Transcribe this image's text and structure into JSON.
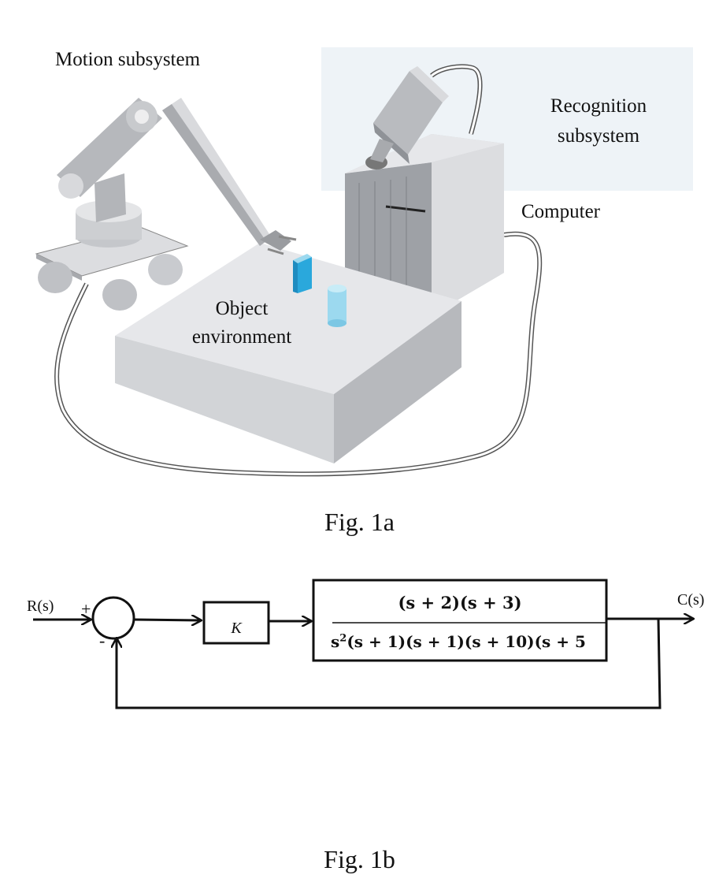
{
  "fig1a": {
    "labels": {
      "motion": "Motion subsystem",
      "recognition_line1": "Recognition",
      "recognition_line2": "subsystem",
      "computer": "Computer",
      "object_line1": "Object",
      "object_line2": "environment"
    },
    "caption": "Fig. 1a"
  },
  "fig1b": {
    "input": "R(s)",
    "output": "C(s)",
    "plus": "+",
    "minus": "-",
    "gain": "K",
    "numerator": "(s + 2)(s + 3)",
    "denominator_base": "s",
    "denominator_power": "2",
    "denominator_rest": "(s + 1)(s + 1)(s + 10)(s + 5",
    "caption": "Fig. 1b"
  },
  "colors": {
    "ink": "#111111",
    "gray_light": "#e6e7ea",
    "gray_mid": "#cfd1d5",
    "gray_dark": "#9ea1a6",
    "accent_cyan": "#2aa8dc",
    "accent_cyan_light": "#9cd9ef",
    "panel_bg": "#eef3f7"
  }
}
